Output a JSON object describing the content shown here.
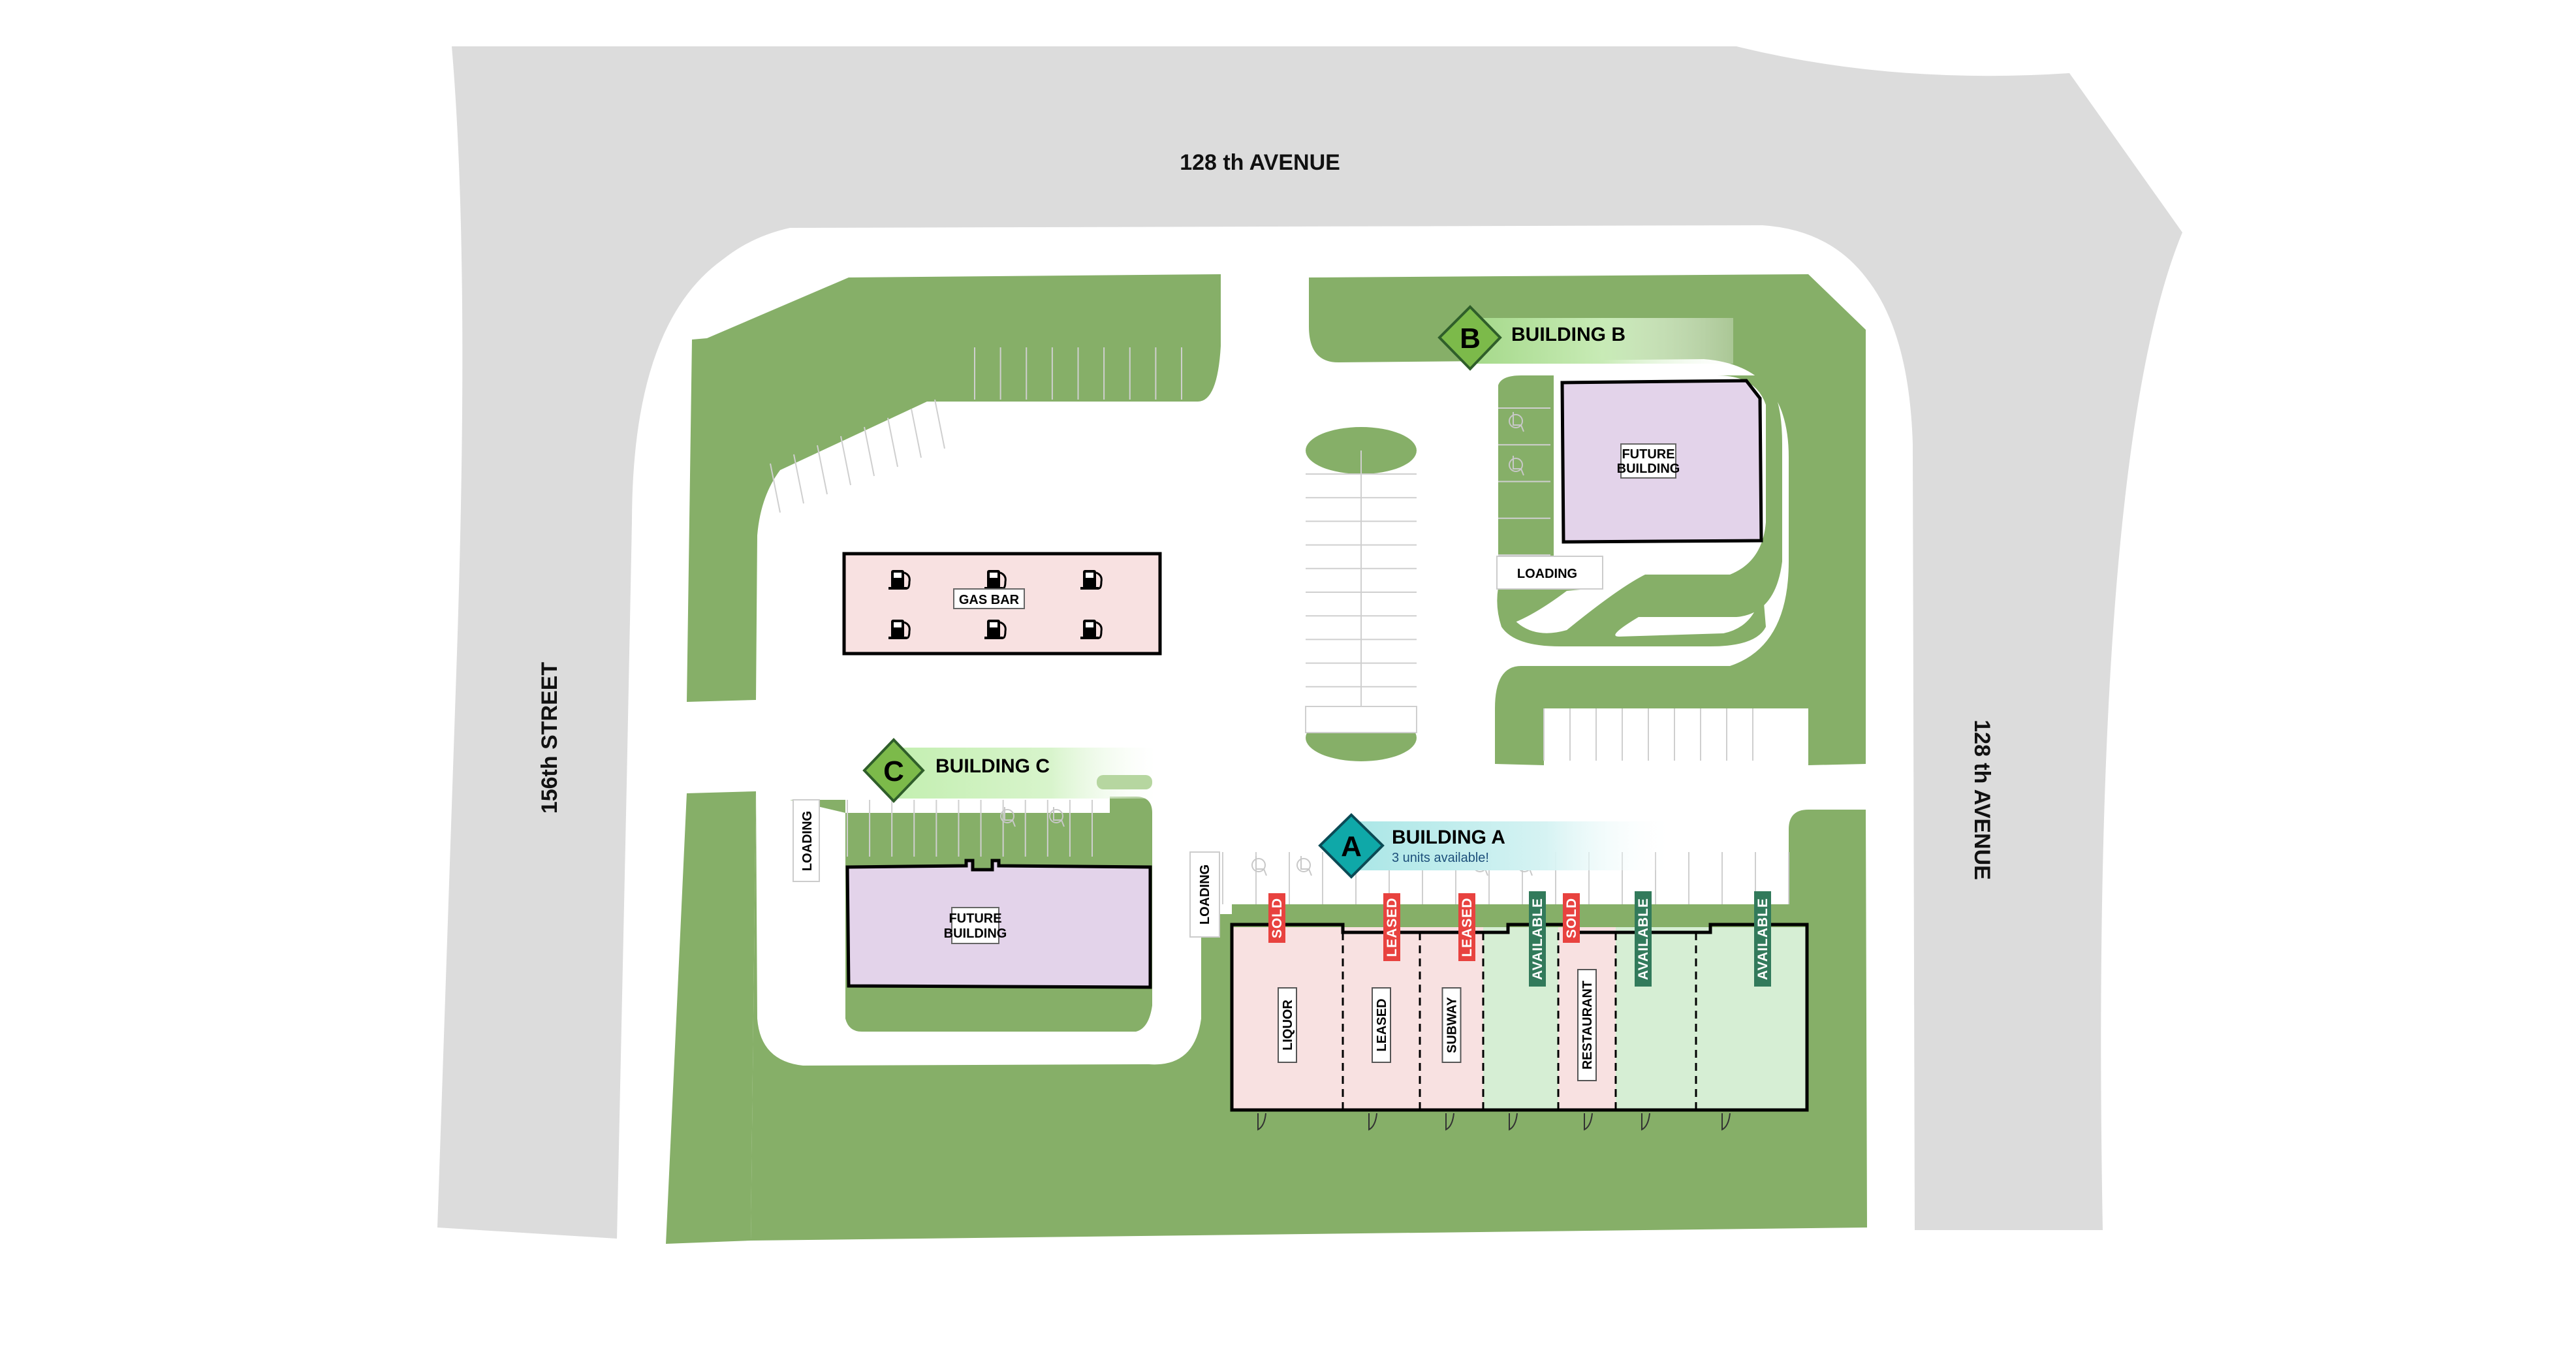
{
  "map_title": "Site Plan",
  "roads": {
    "north": "128 th AVENUE",
    "west": "156th STREET",
    "east": "128 th AVENUE"
  },
  "colors": {
    "road": "#dcdcdc",
    "landscape": "#86af68",
    "future_building": "#e3d3ea",
    "leased_sold_unit": "#f8e1e1",
    "available_unit": "#d6eed4",
    "sold_tag": "#e8423f",
    "leased_tag": "#e8423f",
    "available_tag": "#327a5b",
    "building_a_badge": "#0fa8a8",
    "building_b_badge": "#7cba4a",
    "building_c_badge": "#7cba4a",
    "subtitle_text": "#1c4f7a"
  },
  "buildings": {
    "a": {
      "badge": "A",
      "title": "BUILDING A",
      "subtitle": "3 units available!",
      "loading": "LOADING",
      "units": [
        {
          "name": "LIQUOR",
          "status": "SOLD"
        },
        {
          "name": "LEASED",
          "status": "LEASED"
        },
        {
          "name": "SUBWAY",
          "status": "LEASED"
        },
        {
          "name": "",
          "status": "AVAILABLE"
        },
        {
          "name": "RESTAURANT",
          "status": "SOLD"
        },
        {
          "name": "",
          "status": "AVAILABLE"
        },
        {
          "name": "",
          "status": "AVAILABLE"
        }
      ]
    },
    "b": {
      "badge": "B",
      "title": "BUILDING B",
      "label_line1": "FUTURE",
      "label_line2": "BUILDING",
      "loading": "LOADING"
    },
    "c": {
      "badge": "C",
      "title": "BUILDING C",
      "label_line1": "FUTURE",
      "label_line2": "BUILDING",
      "loading": "LOADING"
    }
  },
  "gas_bar": {
    "label": "GAS BAR",
    "pump_count": 6,
    "icon": "fuel-pump-icon"
  },
  "icons": {
    "accessible_parking": "wheelchair-icon",
    "fuel": "fuel-pump-icon",
    "door": "door-swing-icon"
  }
}
